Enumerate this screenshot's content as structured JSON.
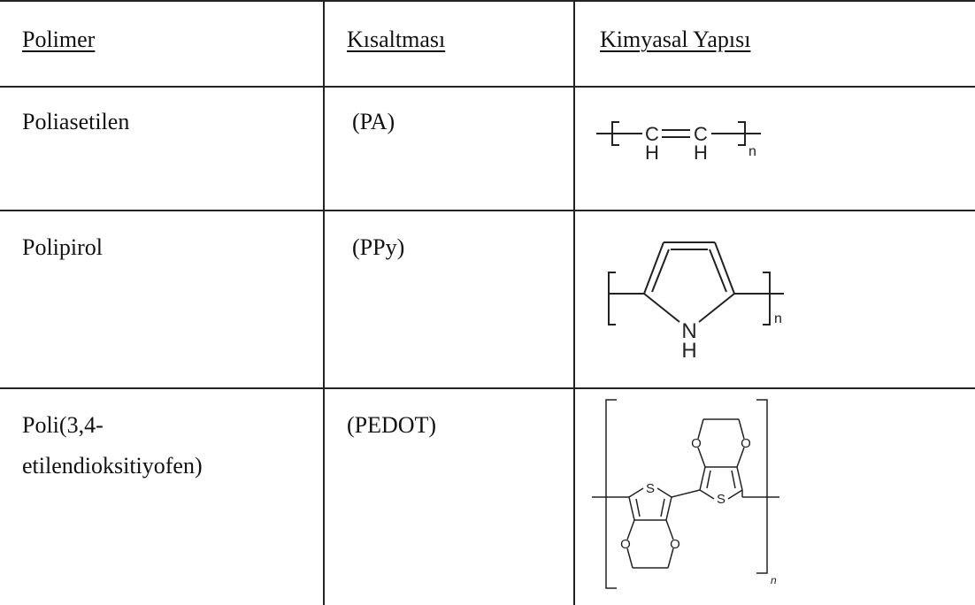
{
  "table": {
    "headers": [
      "Polimer",
      "Kısaltması",
      "Kimyasal Yapısı"
    ],
    "rows": [
      {
        "polymer": "Poliasetilen",
        "abbr": "(PA)",
        "structure_icon": "polyacetylene-structure"
      },
      {
        "polymer": "Polipirol",
        "abbr": "(PPy)",
        "structure_icon": "polypyrrole-structure"
      },
      {
        "polymer_line1": "Poli(3,4-",
        "polymer_line2": "etilendioksitiyofen)",
        "abbr": "(PEDOT)",
        "structure_icon": "pedot-structure"
      }
    ]
  },
  "structures": {
    "pa": {
      "c": "C",
      "h": "H",
      "n": "n"
    },
    "ppy": {
      "n_atom": "N",
      "h": "H",
      "n": "n"
    },
    "pedot": {
      "s": "S",
      "o": "O",
      "n": "n"
    }
  }
}
